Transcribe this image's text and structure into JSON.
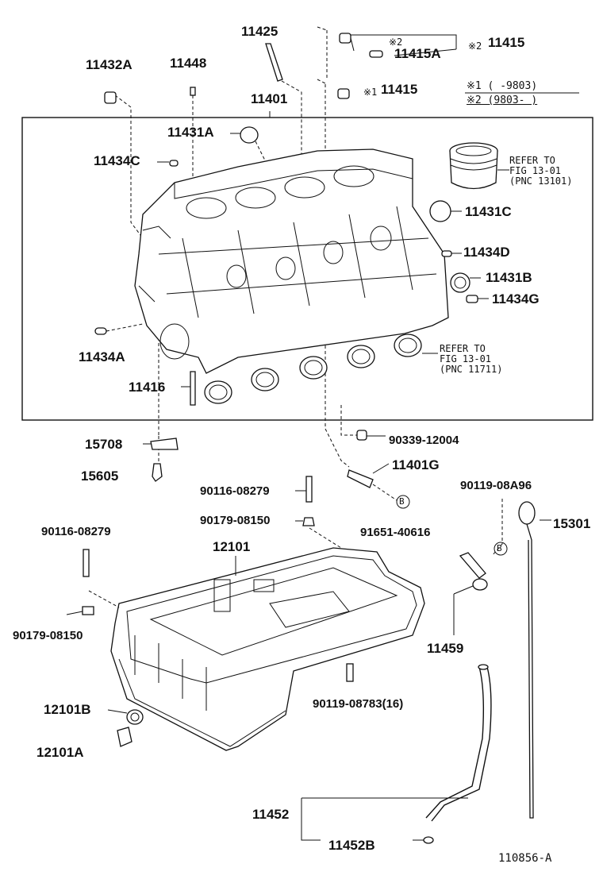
{
  "labels": {
    "p11425": "11425",
    "p11415_top": "11415",
    "p11415a": "11415A",
    "p11415_mid": "11415",
    "p11432a": "11432A",
    "p11448": "11448",
    "p11401": "11401",
    "p11431a": "11431A",
    "p11434c": "11434C",
    "p11431c": "11431C",
    "p11434d": "11434D",
    "p11431b": "11431B",
    "p11434g": "11434G",
    "p11434a": "11434A",
    "p11416": "11416",
    "p15708": "15708",
    "p90339": "90339-12004",
    "p11401g": "11401G",
    "p15605": "15605",
    "p90116_upper": "90116-08279",
    "p90119_08a96": "90119-08A96",
    "p15301": "15301",
    "p90179_upper": "90179-08150",
    "p91651": "91651-40616",
    "p90116_left": "90116-08279",
    "p12101": "12101",
    "p90179_left": "90179-08150",
    "p11459": "11459",
    "p90119_08783": "90119-08783(16)",
    "p12101b": "12101B",
    "p12101a": "12101A",
    "p11452": "11452",
    "p11452b": "11452B"
  },
  "marks": {
    "star2_top": "※2",
    "star2_right": "※2",
    "star1_mid": "※1",
    "circle_b": "B"
  },
  "legend": {
    "line1": "※1 (      -9803)",
    "line2": "※2 (9803-      )"
  },
  "refer_piston": [
    "REFER TO",
    "FIG 13-01",
    "(PNC 13101)"
  ],
  "refer_bearing": [
    "REFER TO",
    "FIG 13-01",
    "(PNC 11711)"
  ],
  "figure_id": "110856-A"
}
